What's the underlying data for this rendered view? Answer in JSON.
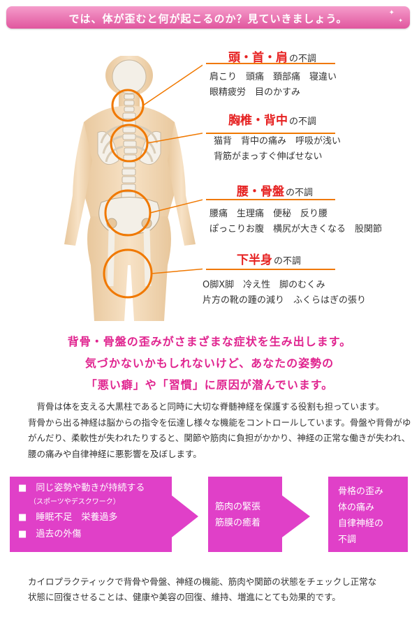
{
  "banner": {
    "title": "では、体が歪むと何が起こるのか？見ていきましょう。"
  },
  "sections": [
    {
      "heading": "頭・首・肩",
      "suffix": "の不調",
      "lines": [
        "肩こり　頭痛　頚部痛　寝違い",
        "眼精疲労　目のかすみ"
      ]
    },
    {
      "heading": "胸椎・背中",
      "suffix": "の不調",
      "lines": [
        "猫背　背中の痛み　呼吸が浅い",
        "背筋がまっすぐ伸ばせない"
      ]
    },
    {
      "heading": "腰・骨盤",
      "suffix": "の不調",
      "lines": [
        "腰痛　生理痛　便秘　反り腰",
        "ぽっこりお腹　横尻が大きくなる　股関節"
      ]
    },
    {
      "heading": "下半身",
      "suffix": "の不調",
      "lines": [
        "O脚X脚　冷え性　脚のむくみ",
        "片方の靴の踵の減り　ふくらはぎの張り"
      ]
    }
  ],
  "highlight": [
    "背骨・骨盤の歪みがさまざまな症状を生み出します。",
    "気づかないかもしれないけど、あなたの姿勢の",
    "「悪い癖」や「習慣」に原因が潜んでいます。"
  ],
  "paragraph": [
    "背骨は体を支える大黒柱であると同時に大切な脊髄神経を保護する役割も担っています。",
    "背骨から出る神経は脳からの指令を伝達し様々な機能をコントロールしています。骨盤や背骨がゆがんだり、柔軟性が失われたりすると、関節や筋肉に負担がかかり、神経の正常な働きが失われ、腰の痛みや自律神経に悪影響を及ぼします。"
  ],
  "flow": {
    "causes": [
      {
        "text": "同じ姿勢や動きが持続する",
        "note": "（スポーツやデスクワーク）"
      },
      {
        "text": "睡眠不足　栄養過多"
      },
      {
        "text": "過去の外傷"
      }
    ],
    "middle": [
      "筋肉の緊張",
      "筋膜の癒着"
    ],
    "results": [
      "骨格の歪み",
      "体の痛み",
      "自律神経の",
      "不調"
    ]
  },
  "closing": [
    "カイロプラクティックで背骨や骨盤、神経の機能、筋肉や関節の状態をチェックし正常な",
    "状態に回復させることは、健康や美容の回復、維持、増進にとても効果的です。"
  ],
  "colors": {
    "accent_pink": "#e0248f",
    "box_magenta": "#e040c8",
    "heading_red": "#e62020",
    "ring_orange": "#f07800"
  }
}
